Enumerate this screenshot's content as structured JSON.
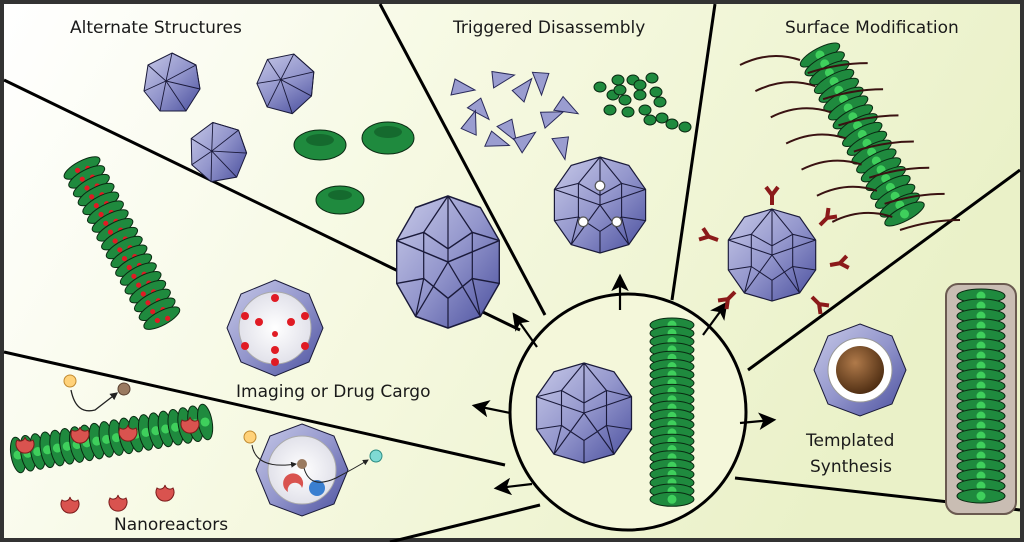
{
  "figure": {
    "title": "Viral capsid nanoparticle applications",
    "panels": [
      {
        "id": "alternate-structures",
        "label": "Alternate Structures"
      },
      {
        "id": "triggered-disassembly",
        "label": "Triggered Disassembly"
      },
      {
        "id": "surface-modification",
        "label": "Surface Modification"
      },
      {
        "id": "imaging-drug-cargo",
        "label": "Imaging or Drug Cargo"
      },
      {
        "id": "nanoreactors",
        "label": "Nanoreactors"
      },
      {
        "id": "templated-synthesis",
        "label_line1": "Templated",
        "label_line2": "Synthesis"
      }
    ],
    "colors": {
      "background_light": "#fdfdf3",
      "background_tint": "#eef4cf",
      "capsid": "#8c8fc4",
      "capsid_dark": "#3b3f8f",
      "rod_disk": "#1f8a3e",
      "rod_bead": "#3fcf5c",
      "cargo_red": "#e01b24",
      "antibody": "#8b1a1a",
      "polymer": "#3a1212",
      "enzyme": "#d9534f",
      "metal_core": "#7a4a26",
      "shell_coating": "#a89a90"
    }
  }
}
